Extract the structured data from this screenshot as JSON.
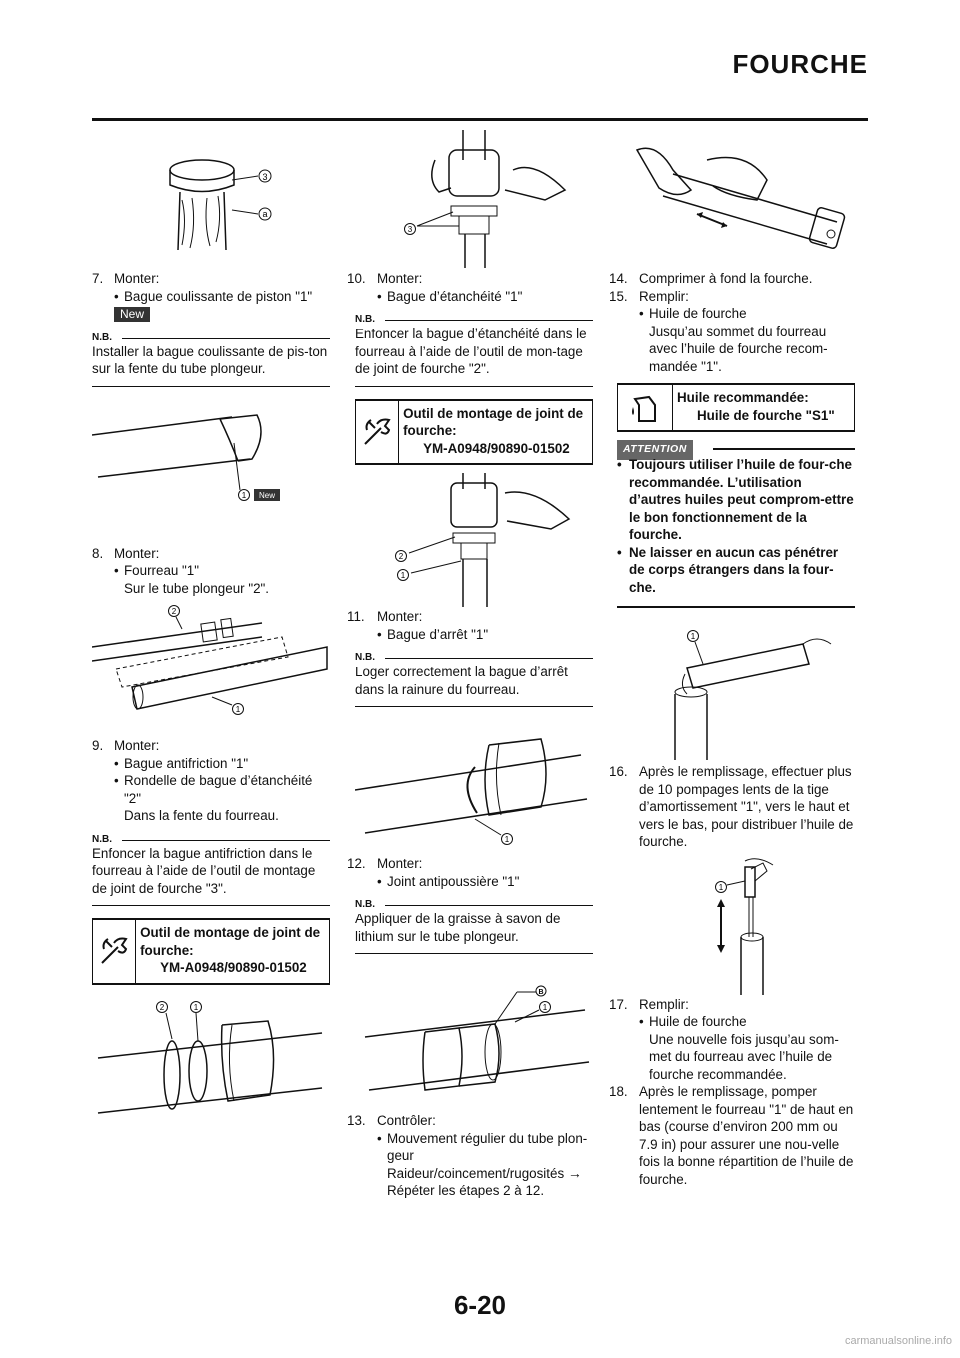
{
  "header": {
    "title": "FOURCHE"
  },
  "footer": {
    "page_number": "6-20",
    "watermark": "carmanualsonline.info"
  },
  "labels": {
    "nb": "N.B.",
    "new": "New",
    "attention": "ATTENTION",
    "fig_new": "New"
  },
  "col1": {
    "fig1": {
      "callout_a": "3",
      "callout_b": "a"
    },
    "step7": {
      "num": "7.",
      "action": "Monter:",
      "item": "Bague coulissante de piston \"1\""
    },
    "nb7": "Installer la bague coulissante de pis-ton sur la fente du tube plongeur.",
    "fig2": {
      "callout": "1"
    },
    "step8": {
      "num": "8.",
      "action": "Monter:",
      "item": "Fourreau \"1\"",
      "sub": "Sur le tube plongeur \"2\"."
    },
    "fig3": {
      "callout_1": "1",
      "callout_2": "2"
    },
    "step9": {
      "num": "9.",
      "action": "Monter:",
      "item1": "Bague antifriction \"1\"",
      "item2": "Rondelle de bague d’étanchéité \"2\"",
      "sub": "Dans la fente du fourreau."
    },
    "nb9": "Enfoncer la bague antifriction dans le fourreau à l’aide de l’outil de montage de joint de fourche \"3\".",
    "tool": {
      "label": "Outil de montage de joint de fourche:",
      "code": "YM-A0948/90890-01502"
    },
    "fig4": {
      "callout_1": "1",
      "callout_2": "2"
    }
  },
  "col2": {
    "fig1": {
      "callout": "3"
    },
    "step10": {
      "num": "10.",
      "action": "Monter:",
      "item": "Bague d’étanchéité \"1\""
    },
    "nb10": "Enfoncer la bague d’étanchéité dans le fourreau à l’aide de l’outil de mon-tage de joint de fourche \"2\".",
    "tool": {
      "label": "Outil de montage de joint de fourche:",
      "code": "YM-A0948/90890-01502"
    },
    "fig2": {
      "callout_1": "1",
      "callout_2": "2"
    },
    "step11": {
      "num": "11.",
      "action": "Monter:",
      "item": "Bague d’arrêt \"1\""
    },
    "nb11": "Loger correctement la bague d’arrêt dans la rainure du fourreau.",
    "fig3": {
      "callout": "1"
    },
    "step12": {
      "num": "12.",
      "action": "Monter:",
      "item": "Joint antipoussière \"1\""
    },
    "nb12": "Appliquer de la graisse à savon de lithium sur le tube plongeur.",
    "fig4": {
      "callout": "1",
      "grease": "B"
    },
    "step13": {
      "num": "13.",
      "action": "Contrôler:",
      "item": "Mouvement régulier du tube plon-geur",
      "sub1": "Raideur/coincement/rugosités",
      "arrow": "→",
      "sub2": "Répéter les étapes 2 à 12."
    }
  },
  "col3": {
    "step14": {
      "num": "14.",
      "text": "Comprimer à fond la fourche."
    },
    "step15": {
      "num": "15.",
      "action": "Remplir:",
      "item": "Huile de fourche",
      "sub": "Jusqu’au sommet du fourreau avec l’huile de fourche recom-mandée \"1\"."
    },
    "oil": {
      "label": "Huile recommandée:",
      "value": "Huile de fourche \"S1\""
    },
    "attention": {
      "item1": "Toujours utiliser l’huile de four-che recommandée. L’utilisation d’autres huiles peut comprom-ettre le bon fonctionnement de la fourche.",
      "item2": "Ne laisser en aucun cas pénétrer de corps étrangers dans la four-che."
    },
    "fig2": {
      "callout": "1"
    },
    "step16": {
      "num": "16.",
      "text": "Après le remplissage, effectuer plus de 10 pompages lents de la tige d’amortissement \"1\", vers le haut et vers le bas, pour distribuer l’huile de fourche."
    },
    "fig3": {
      "callout": "1"
    },
    "step17": {
      "num": "17.",
      "action": "Remplir:",
      "item": "Huile de fourche",
      "sub": "Une nouvelle fois jusqu’au som-met du fourreau avec l’huile de fourche recommandée."
    },
    "step18": {
      "num": "18.",
      "text": "Après le remplissage, pomper lentement le fourreau \"1\" de haut en bas (course d’environ 200 mm ou 7.9 in) pour assurer une nou-velle fois la bonne répartition de l’huile de fourche."
    }
  }
}
